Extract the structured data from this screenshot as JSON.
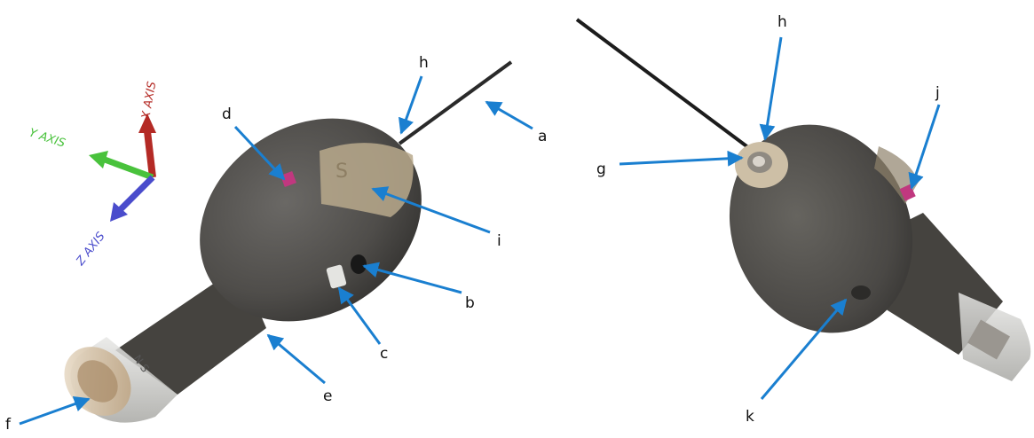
{
  "axes": {
    "x": {
      "label": "X AXIS",
      "color": "#b42a25"
    },
    "y": {
      "label": "Y AXIS",
      "color": "#49c23c"
    },
    "z": {
      "label": "Z AXIS",
      "color": "#4a4ccc"
    }
  },
  "callouts": {
    "a": "a",
    "b": "b",
    "c": "c",
    "d": "d",
    "e": "e",
    "f": "f",
    "g": "g",
    "h1": "h",
    "h2": "h",
    "i": "i",
    "j": "j",
    "k": "k"
  },
  "colors": {
    "body": "#4f4d4a",
    "arrow": "#1a7fd0",
    "magnet_pad": "#b8a98c",
    "marker": "#c0387f",
    "cap": "#d9c9b0"
  }
}
